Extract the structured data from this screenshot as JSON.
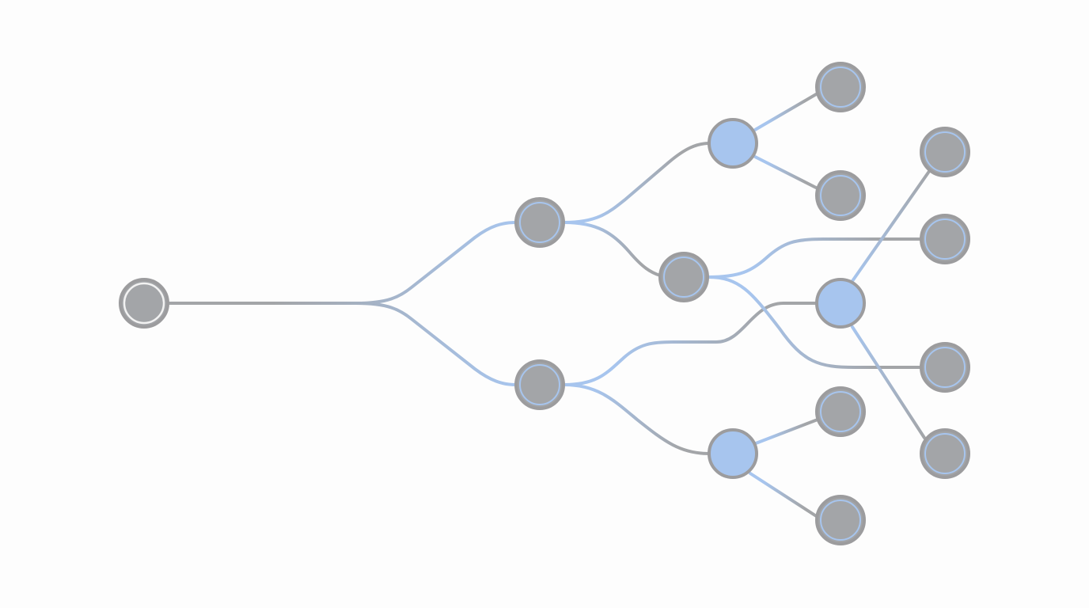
{
  "colors": {
    "gray": "#a3a5a8",
    "gray_stroke": "#9c9c9e",
    "blue": "#a7c5ee",
    "ring_white": "#f2f2f2",
    "background": "#fdfdfd"
  },
  "nodes": [
    {
      "id": "root",
      "highlighted": false,
      "ring": "white"
    },
    {
      "id": "a",
      "highlighted": false,
      "ring": "blue"
    },
    {
      "id": "b",
      "highlighted": false,
      "ring": "blue"
    },
    {
      "id": "c",
      "highlighted": true,
      "ring": "none"
    },
    {
      "id": "d",
      "highlighted": false,
      "ring": "blue"
    },
    {
      "id": "e",
      "highlighted": true,
      "ring": "none"
    },
    {
      "id": "f",
      "highlighted": true,
      "ring": "none"
    },
    {
      "id": "l1",
      "highlighted": false,
      "ring": "blue"
    },
    {
      "id": "l2",
      "highlighted": false,
      "ring": "blue"
    },
    {
      "id": "l3",
      "highlighted": false,
      "ring": "blue"
    },
    {
      "id": "l4",
      "highlighted": false,
      "ring": "blue"
    },
    {
      "id": "l5",
      "highlighted": false,
      "ring": "blue"
    },
    {
      "id": "l6",
      "highlighted": false,
      "ring": "blue"
    },
    {
      "id": "l7",
      "highlighted": false,
      "ring": "blue"
    },
    {
      "id": "l8",
      "highlighted": false,
      "ring": "blue"
    }
  ],
  "edges": [
    {
      "from": "root",
      "to": "a"
    },
    {
      "from": "root",
      "to": "b"
    },
    {
      "from": "a",
      "to": "c"
    },
    {
      "from": "a",
      "to": "d"
    },
    {
      "from": "b",
      "to": "f"
    },
    {
      "from": "b",
      "to": "e"
    },
    {
      "from": "c",
      "to": "l1"
    },
    {
      "from": "c",
      "to": "l2"
    },
    {
      "from": "d",
      "to": "l4"
    },
    {
      "from": "d",
      "to": "l5"
    },
    {
      "from": "f",
      "to": "l3"
    },
    {
      "from": "f",
      "to": "l6"
    },
    {
      "from": "e",
      "to": "l7"
    },
    {
      "from": "e",
      "to": "l8"
    }
  ]
}
